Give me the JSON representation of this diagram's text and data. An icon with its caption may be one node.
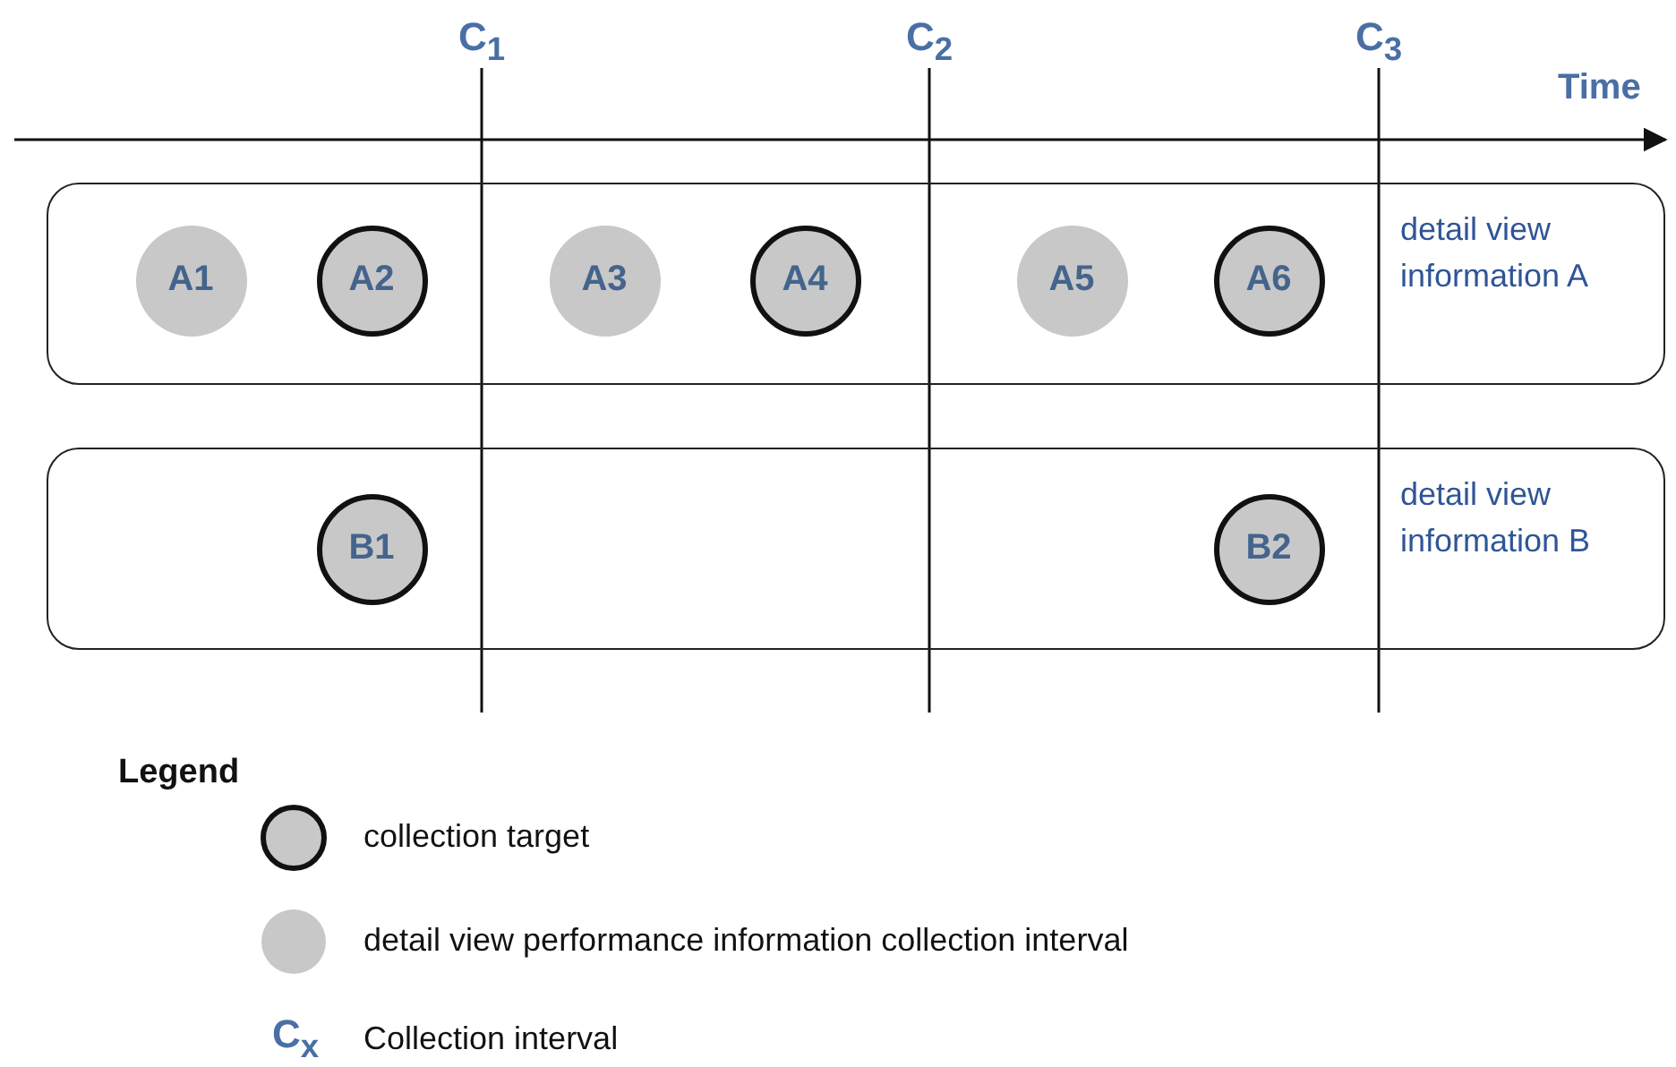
{
  "diagram": {
    "nodes": [
      {
        "text": [
          "detail view information A"
        ]
      },
      {
        "text": [
          "A1"
        ],
        "in": 0
      },
      {
        "text": [
          "A2"
        ],
        "in": 0
      },
      {
        "text": [
          "A3"
        ],
        "in": 0
      },
      {
        "text": [
          "A4"
        ],
        "in": 0
      },
      {
        "text": [
          "A5"
        ],
        "in": 0
      },
      {
        "text": [
          "A6"
        ],
        "in": 0
      },
      {
        "text": [
          "detail view information B"
        ]
      },
      {
        "text": [
          "B1"
        ],
        "in": 7
      },
      {
        "text": [
          "B2"
        ],
        "in": 7
      }
    ],
    "labels": [
      "C$_{1}$",
      "C$_{2}$",
      "C$_{3}$",
      "Time",
      "Legend",
      "C$_{x}$"
    ],
    "legend": [
      {
        "text": "collection target"
      },
      {
        "text": "detail view performance information collection interval",
        "color": "#c8c8c8"
      },
      {
        "text": "Collection interval"
      }
    ]
  }
}
